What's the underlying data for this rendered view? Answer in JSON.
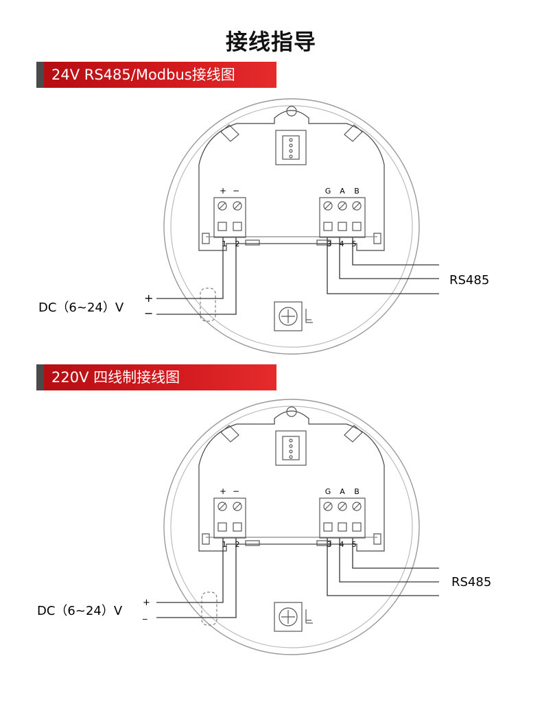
{
  "title": "接线指导",
  "sections": [
    {
      "header": "24V   RS485/Modbus接线图",
      "terminal_left_labels": [
        "+",
        "−"
      ],
      "terminal_right_labels": [
        "G",
        "A",
        "B"
      ],
      "terminal_numbers": [
        "1",
        "2",
        "3",
        "4",
        "5"
      ],
      "rs485_label": "RS485",
      "dc_label": "DC（6~24）V",
      "dc_plus": "+",
      "dc_minus": "−"
    },
    {
      "header": "220V 四线制接线图",
      "terminal_left_labels": [
        "+",
        "−"
      ],
      "terminal_right_labels": [
        "G",
        "A",
        "B"
      ],
      "terminal_numbers": [
        "1",
        "2",
        "3",
        "4",
        "5"
      ],
      "rs485_label": "RS485",
      "dc_label": "DC（6~24）V",
      "dc_plus": "+",
      "dc_minus": "_"
    }
  ],
  "colors": {
    "header_red": "#d31b1f",
    "header_bar": "#4a4a4a",
    "line": "#333333",
    "outline": "#666666"
  }
}
